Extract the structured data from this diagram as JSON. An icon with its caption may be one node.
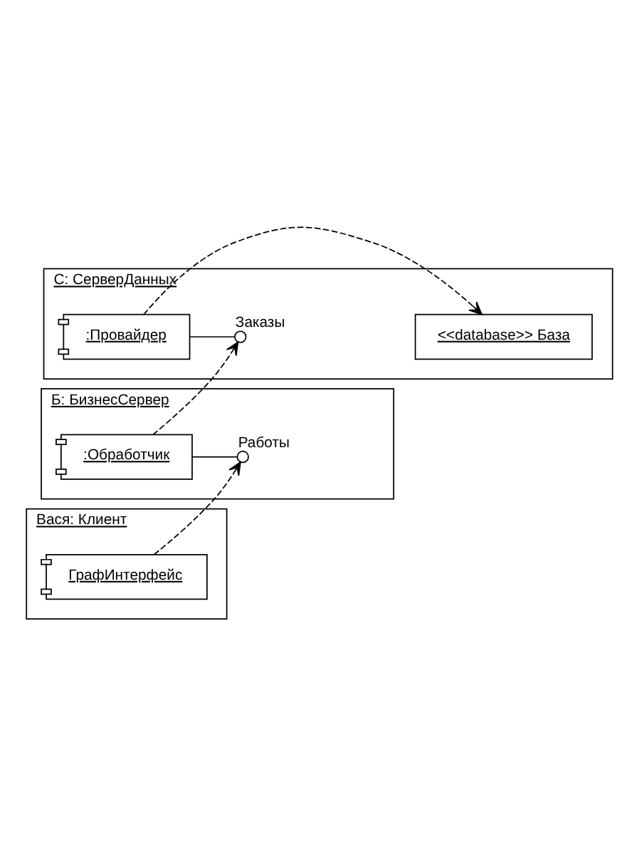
{
  "diagram": {
    "nodes": [
      {
        "text": [
          "С: СерверДанных"
        ]
      },
      {
        "text": [
          ":Провайдер"
        ],
        "in": 0
      },
      {
        "text": [
          "<<database>> База"
        ],
        "in": 0
      },
      {
        "text": [],
        "shape": "circle",
        "beside": [
          "Заказы"
        ],
        "in": 0
      },
      {
        "text": [
          "Б: БизнесСервер"
        ]
      },
      {
        "text": [
          ":Обработчик"
        ],
        "in": 4
      },
      {
        "text": [],
        "shape": "circle",
        "beside": [
          "Работы"
        ],
        "in": 4
      },
      {
        "text": [
          "Вася: Клиент"
        ]
      },
      {
        "text": [
          "ГрафИнтерфейс"
        ],
        "in": 7
      }
    ],
    "edges": [
      {
        "from": 1,
        "to": 2,
        "arrow": "to",
        "style": "dashed"
      },
      {
        "from": 1,
        "to": 3,
        "arrow": "none"
      },
      {
        "from": 5,
        "to": 3,
        "arrow": "to",
        "style": "dashed"
      },
      {
        "from": 5,
        "to": 6,
        "arrow": "none"
      },
      {
        "from": 8,
        "to": 6,
        "arrow": "to",
        "style": "dashed"
      }
    ]
  }
}
